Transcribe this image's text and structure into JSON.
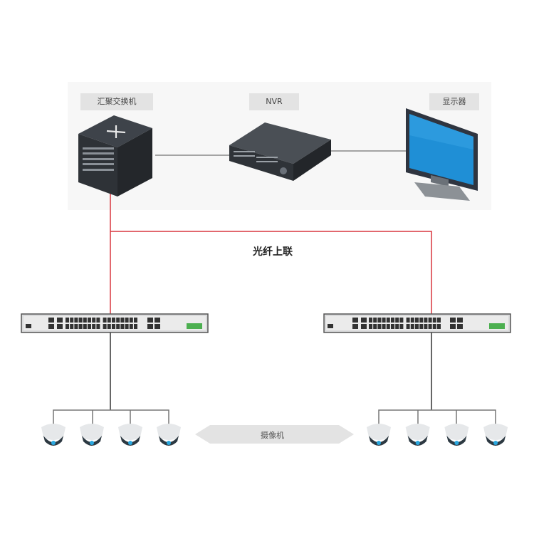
{
  "title": "监控网络拓扑图",
  "devices": {
    "core_switch": {
      "label": "汇聚交换机",
      "icon": "core-switch-icon"
    },
    "nvr": {
      "label": "NVR",
      "icon": "nvr-icon"
    },
    "monitor": {
      "label": "显示器",
      "icon": "monitor-icon"
    },
    "access_switches": [
      {
        "name": "left-access-switch",
        "icon": "access-switch-icon"
      },
      {
        "name": "right-access-switch",
        "icon": "access-switch-icon"
      }
    ],
    "cameras": {
      "label": "摄像机",
      "groups": [
        {
          "name": "left-camera-group",
          "count": 4
        },
        {
          "name": "right-camera-group",
          "count": 4
        }
      ]
    }
  },
  "links": {
    "uplink_label": "光纤上联",
    "uplink_color": "#d9363e",
    "ethernet_color": "#333333",
    "top_link_color": "#888888"
  }
}
